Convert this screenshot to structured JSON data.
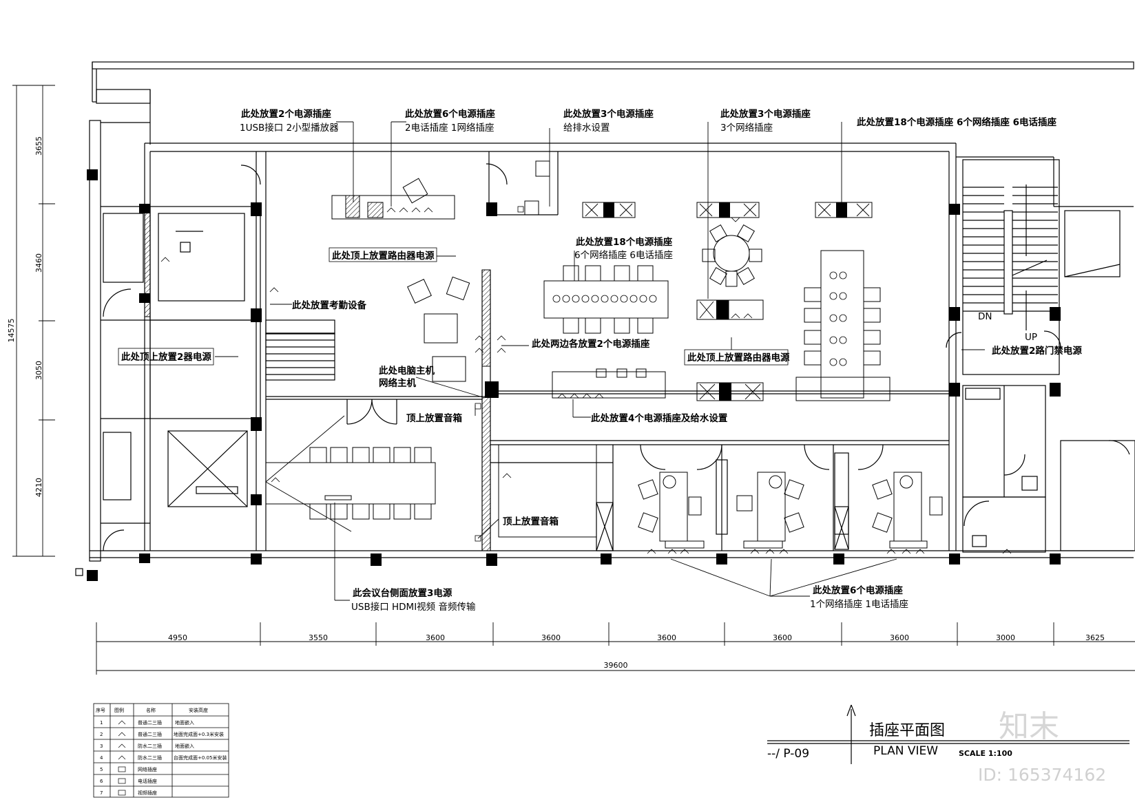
{
  "notes": {
    "n1a": "此处放置2个电源插座",
    "n1b": "1USB接口 2小型播放器",
    "n2a": "此处放置6个电源插座",
    "n2b": "2电话插座 1网络插座",
    "n3a": "此处放置3个电源插座",
    "n3b": "给排水设置",
    "n4a": "此处放置3个电源插座",
    "n4b": "3个网络插座",
    "n5": "此处放置18个电源插座 6个网络插座 6电话插座",
    "n6a": "此处放置18个电源插座",
    "n6b": "6个网络插座 6电话插座",
    "n7": "此处顶上放置路由器电源",
    "n8": "此处放置考勤设备",
    "n9": "此处两边各放置2个电源插座",
    "n10": "此处顶上放置2器电源",
    "n11a": "此处电脑主机",
    "n11b": "网络主机",
    "n12": "此处顶上放置路由器电源",
    "n13": "此处放置2路门禁电源",
    "n14": "顶上放置音箱",
    "n15": "此处放置4个电源插座及给水设置",
    "n16": "顶上放置音箱",
    "n17a": "此会议台侧面放置3电源",
    "n17b": "USB接口 HDMI视频 音频传输",
    "n18a": "此处放置6个电源插座",
    "n18b": "1个网络插座 1电话插座",
    "stair_dn": "DN",
    "stair_up": "UP"
  },
  "dims_left": [
    "3655",
    "3460",
    "3050",
    "4210"
  ],
  "dim_left_total": "14575",
  "dims_bottom": [
    "4950",
    "3550",
    "3600",
    "3600",
    "3600",
    "3600",
    "3600",
    "3000",
    "3625"
  ],
  "dim_bottom_total": "39600",
  "legend": {
    "headers": [
      "序号",
      "图例",
      "名称",
      "安装高度"
    ],
    "rows": [
      {
        "no": "1",
        "name": "普通二三插",
        "height": "地面嵌入"
      },
      {
        "no": "2",
        "name": "普通二三插",
        "height": "地面完成面+0.3米安装"
      },
      {
        "no": "3",
        "name": "防水二三插",
        "height": "地面嵌入"
      },
      {
        "no": "4",
        "name": "防水二三插",
        "height": "台面完成面+0.05米安装"
      },
      {
        "no": "5",
        "name": "网络插座",
        "height": ""
      },
      {
        "no": "6",
        "name": "电话插座",
        "height": ""
      },
      {
        "no": "7",
        "name": "视频插座",
        "height": ""
      }
    ]
  },
  "title": {
    "main": "插座平面图",
    "code": "--/ P-09",
    "plan_view": "PLAN VIEW",
    "scale": "SCALE 1:100"
  },
  "watermark": {
    "brand": "知末",
    "id": "ID: 165374162"
  }
}
